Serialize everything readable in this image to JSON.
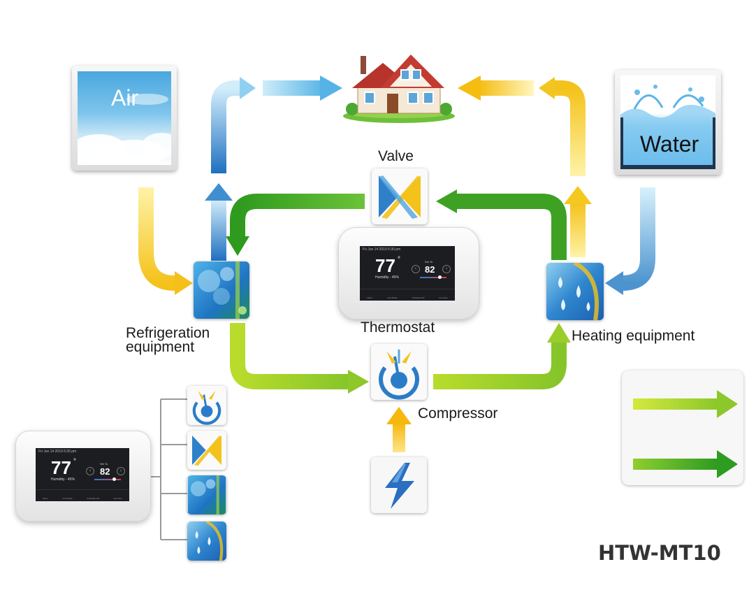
{
  "nodes": {
    "air": "Air",
    "water": "Water",
    "valve": "Valve",
    "thermostat": "Thermostat",
    "compressor": "Compressor",
    "refrigeration": [
      "Refrigeration",
      "equipment"
    ],
    "heating": "Heating equipment"
  },
  "thermostat_screen": {
    "date_time": "Fri Jun 14 2019   6:30 pm",
    "current_temp": "77",
    "degree": "°",
    "humidity": "Humidity - 45%",
    "set_to_label": "Set To",
    "set_temp": "82",
    "modes": [
      "Menu",
      "Cool Mode",
      "Schedule ON",
      "Fan Auto"
    ]
  },
  "model": "HTW-MT10",
  "colors": {
    "green_arrow": "#4caf20",
    "lime_arrow": "#a6d22a",
    "yellow_arrow": "#f3c01a",
    "blue_arrow": "#5aa5dc",
    "text": "#1a1a1a",
    "tree_line": "#9a9a9a"
  },
  "icons": [
    "house-icon",
    "valve-icon",
    "compressor-icon",
    "power-icon",
    "refrigeration-icon",
    "heating-icon",
    "air-icon",
    "water-icon"
  ]
}
